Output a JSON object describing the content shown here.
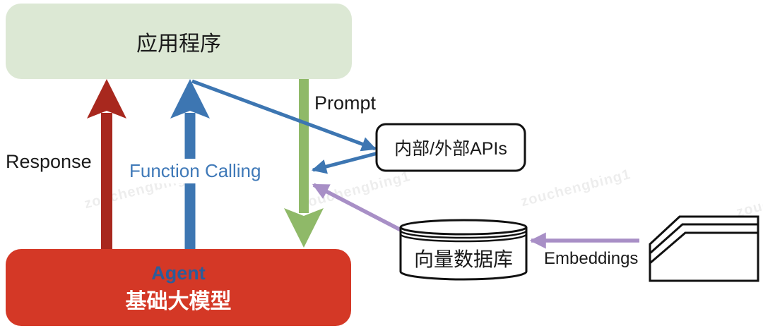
{
  "diagram": {
    "app_box": {
      "label": "应用程序",
      "bg": "#dce8d4"
    },
    "agent_box": {
      "title": "Agent",
      "subtitle": "基础大模型",
      "bg": "#d43826",
      "title_color": "#2b5d9b"
    },
    "apis_box": {
      "label": "内部/外部APIs"
    },
    "vector_db": {
      "label": "向量数据库"
    },
    "labels": {
      "response": "Response",
      "function_calling": "Function Calling",
      "prompt": "Prompt",
      "embeddings": "Embeddings"
    },
    "watermark": "zouchengbing1",
    "colors": {
      "response_arrow": "#a8281e",
      "function_arrow": "#3d76b2",
      "prompt_arrow": "#8fb968",
      "api_link": "#3d76b2",
      "embedding_link": "#a88fc6",
      "outline": "#111111"
    }
  }
}
